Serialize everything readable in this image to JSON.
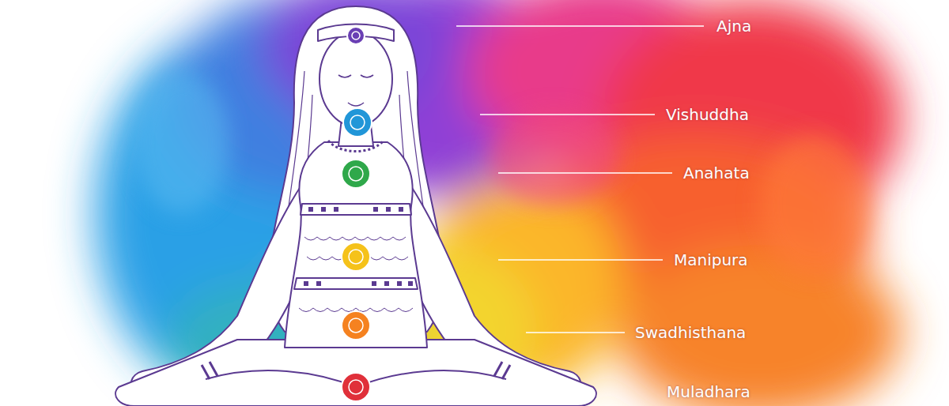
{
  "diagram": {
    "labels": [
      "Ajna",
      "Vishuddha",
      "Anahata",
      "Manipura",
      "Swadhisthana",
      "Muladhara"
    ]
  }
}
